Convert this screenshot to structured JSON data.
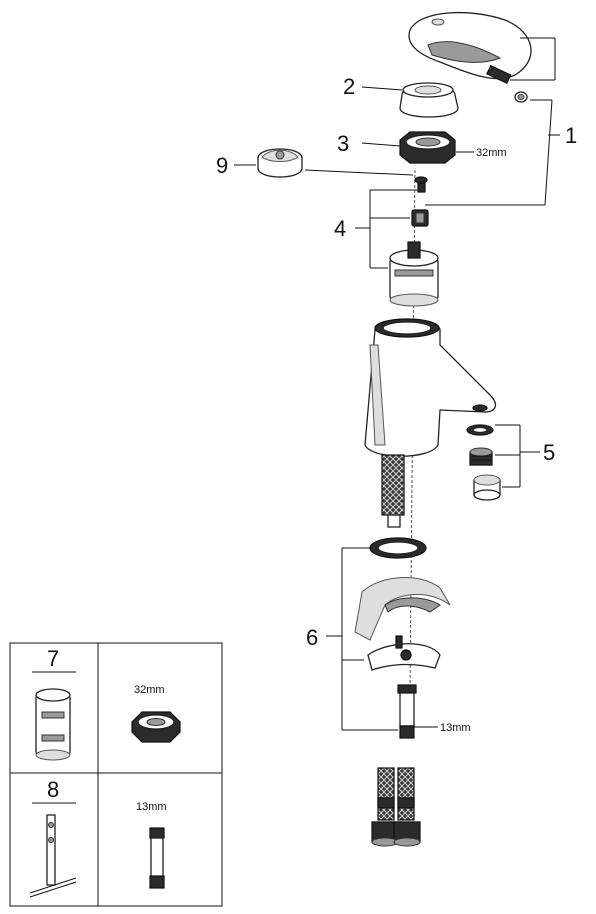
{
  "callouts": {
    "n1": "1",
    "n2": "2",
    "n3": "3",
    "n4": "4",
    "n5": "5",
    "n6": "6",
    "n7": "7",
    "n8": "8",
    "n9": "9"
  },
  "dimensions": {
    "nut_size": "32mm",
    "hose_nut_size": "13mm"
  },
  "legend_table": {
    "row7_number": "7",
    "row7_size": "32mm",
    "row8_number": "8",
    "row8_size": "13mm"
  }
}
